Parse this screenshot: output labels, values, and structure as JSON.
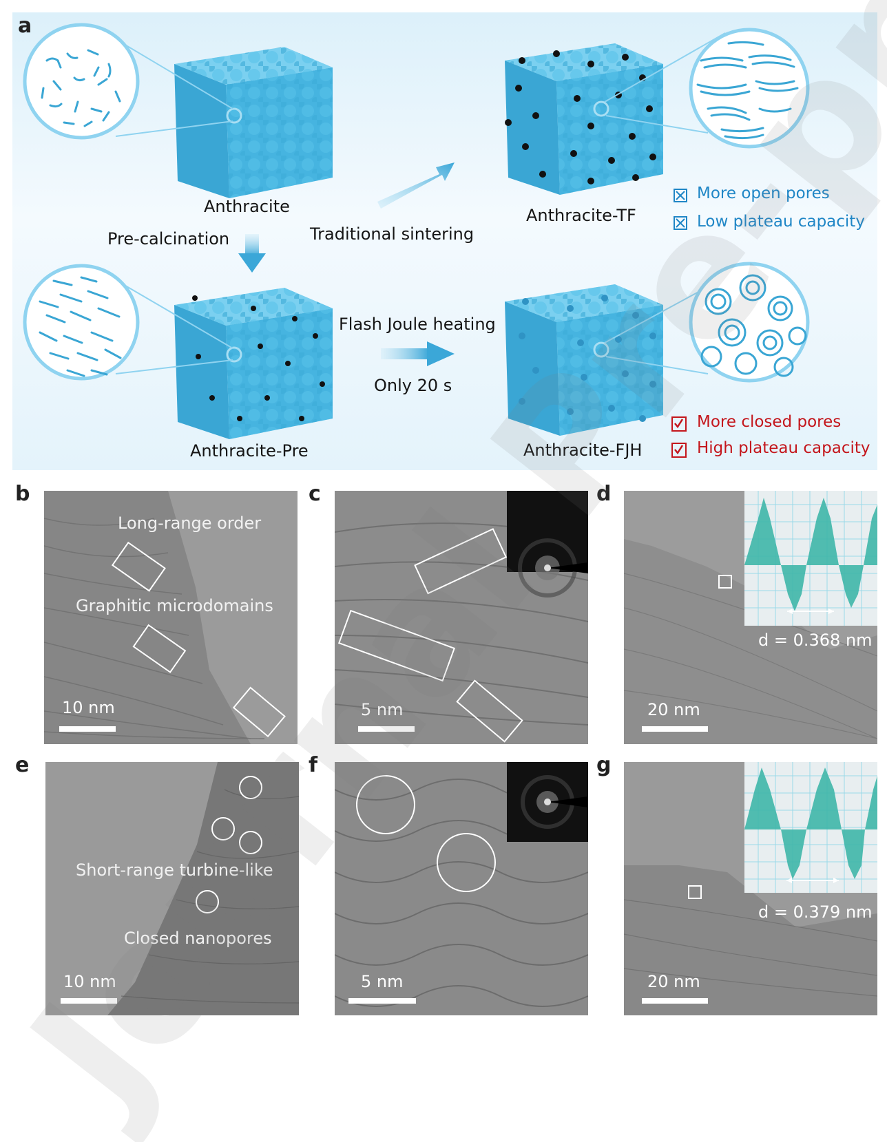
{
  "panels": {
    "a": "a",
    "b": "b",
    "c": "c",
    "d": "d",
    "e": "e",
    "f": "f",
    "g": "g"
  },
  "scheme": {
    "anthracite": "Anthracite",
    "pre_calcination": "Pre-calcination",
    "anthracite_pre": "Anthracite-Pre",
    "traditional_sintering": "Traditional sintering",
    "anthracite_tf": "Anthracite-TF",
    "flash_joule_heating": "Flash Joule heating",
    "only_20s": "Only 20 s",
    "anthracite_fjh": "Anthracite-FJH",
    "legend_tf": [
      "More open pores",
      "Low plateau capacity"
    ],
    "legend_fjh": [
      "More closed pores",
      "High plateau capacity"
    ],
    "colors": {
      "cube": "#41b1df",
      "blue_text": "#1f86c6",
      "red_text": "#c4161c",
      "pore": "#111111"
    }
  },
  "tem": {
    "b": {
      "label_1": "Long-range order",
      "label_2": "Graphitic microdomains",
      "scale": "10 nm"
    },
    "c": {
      "scale": "5 nm"
    },
    "d": {
      "scale": "20 nm",
      "spacing": "d = 0.368 nm"
    },
    "e": {
      "label_1": "Short-range turbine-like",
      "label_2": "Closed nanopores",
      "scale": "10 nm"
    },
    "f": {
      "scale": "5 nm"
    },
    "g": {
      "scale": "20 nm",
      "spacing": "d = 0.379 nm"
    }
  },
  "watermark": "Journal Pre-proofs"
}
